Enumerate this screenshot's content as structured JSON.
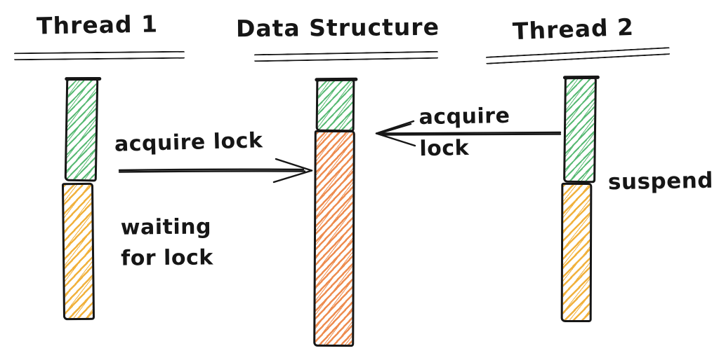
{
  "diagram": {
    "columns": [
      {
        "id": "thread1",
        "title": "Thread 1"
      },
      {
        "id": "data-structure",
        "title": "Data Structure"
      },
      {
        "id": "thread2",
        "title": "Thread 2"
      }
    ],
    "labels": {
      "acquire_lock": "acquire lock",
      "acquire_right_line1": "acquire",
      "acquire_right_line2": "lock",
      "waiting_line1": "waiting",
      "waiting_line2": "for lock",
      "suspend": "suspend"
    },
    "colors": {
      "green": "#59ba74",
      "amber": "#f1b13c",
      "orange": "#ee8c4f",
      "ink": "#161616"
    }
  }
}
